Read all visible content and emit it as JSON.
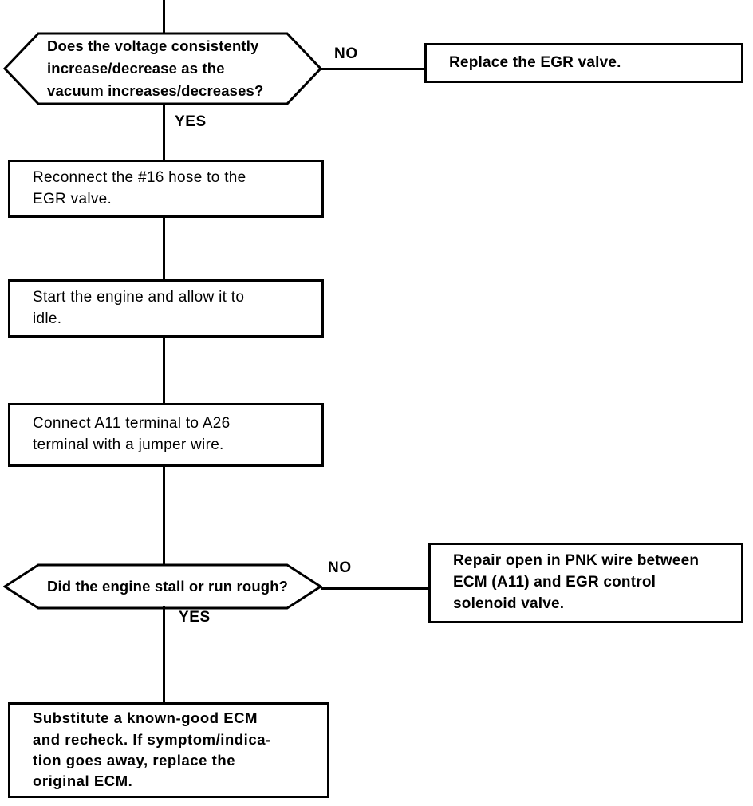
{
  "diagram": {
    "title": "EGR valve / ECM diagnostic flowchart",
    "line_color": "#000000",
    "background_color": "#ffffff",
    "nodes": [
      {
        "id": "decision-voltage",
        "type": "decision",
        "text": "Does the voltage consistently\nincrease/decrease as the\nvacuum increases/decreases?"
      },
      {
        "id": "action-replace-egr",
        "type": "process",
        "text": "Replace the EGR valve."
      },
      {
        "id": "action-reconnect-hose",
        "type": "process",
        "text": "Reconnect the  #16 hose to the\nEGR valve."
      },
      {
        "id": "action-start-engine",
        "type": "process",
        "text": "Start  the  engine  and  allow  it  to\nidle."
      },
      {
        "id": "action-connect-terminals",
        "type": "process",
        "text": "Connect  A11  terminal  to  A26\nterminal with a jumper wire."
      },
      {
        "id": "decision-stall",
        "type": "decision",
        "text": "Did the engine stall or run rough?"
      },
      {
        "id": "action-repair-pnk",
        "type": "process",
        "text": "Repair open in PNK wire between\nECM  (A11)  and  EGR  control\nsolenoid valve."
      },
      {
        "id": "action-substitute-ecm",
        "type": "process",
        "text": "Substitute  a  known-good  ECM\nand recheck. If symptom/indica-\ntion  goes  away,  replace  the\noriginal ECM."
      }
    ],
    "branch_labels": {
      "voltage_no": "NO",
      "voltage_yes": "YES",
      "stall_no": "NO",
      "stall_yes": "YES"
    }
  }
}
